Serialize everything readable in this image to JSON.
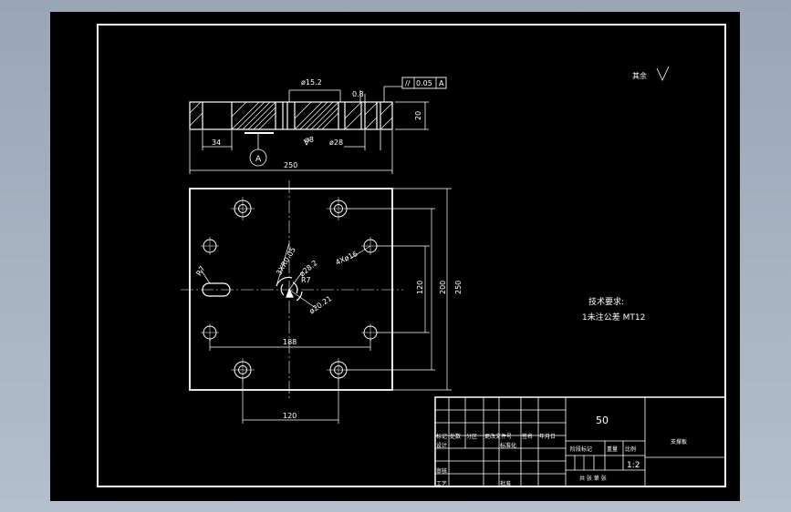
{
  "drawing": {
    "top_view": {
      "dims": {
        "hole_dia_top": "ø15.2",
        "spot_dia": "0.8",
        "gdt_symbol": "//",
        "gdt_tolerance": "0.05",
        "gdt_datum": "A",
        "thickness": "20",
        "left_offset": "34",
        "small_dia": "ø8",
        "bore_dia": "ø28",
        "overall_width": "250",
        "datum_label": "A"
      }
    },
    "plan_view": {
      "dims": {
        "height_outer": "250",
        "height_mid": "200",
        "height_inner": "120",
        "width_holes": "188",
        "width_bottom": "120",
        "slot_radius": "R7",
        "angle_note": "3XR0.05",
        "center_dia": "ø28.2",
        "center_radius": "R7",
        "center_dia2": "ø20.21",
        "hole_callout": "4Xø16"
      }
    },
    "roughness_note": "其余",
    "tech_requirements": {
      "title": "技术要求:",
      "items": [
        "1未注公差 MT12"
      ]
    },
    "title_block": {
      "quantity": "50",
      "part_name": "支撑板",
      "scale": "1:2",
      "row_labels": [
        "标记",
        "处数",
        "分区",
        "更改文件号",
        "签名",
        "年月日"
      ],
      "design": "设计",
      "standardize": "标准化",
      "review": "审核",
      "process": "工艺",
      "approve": "批准",
      "stage_mark": "阶段标记",
      "weight": "重量",
      "scale_label": "比例",
      "sheet_info": "共  张 第  张"
    }
  }
}
